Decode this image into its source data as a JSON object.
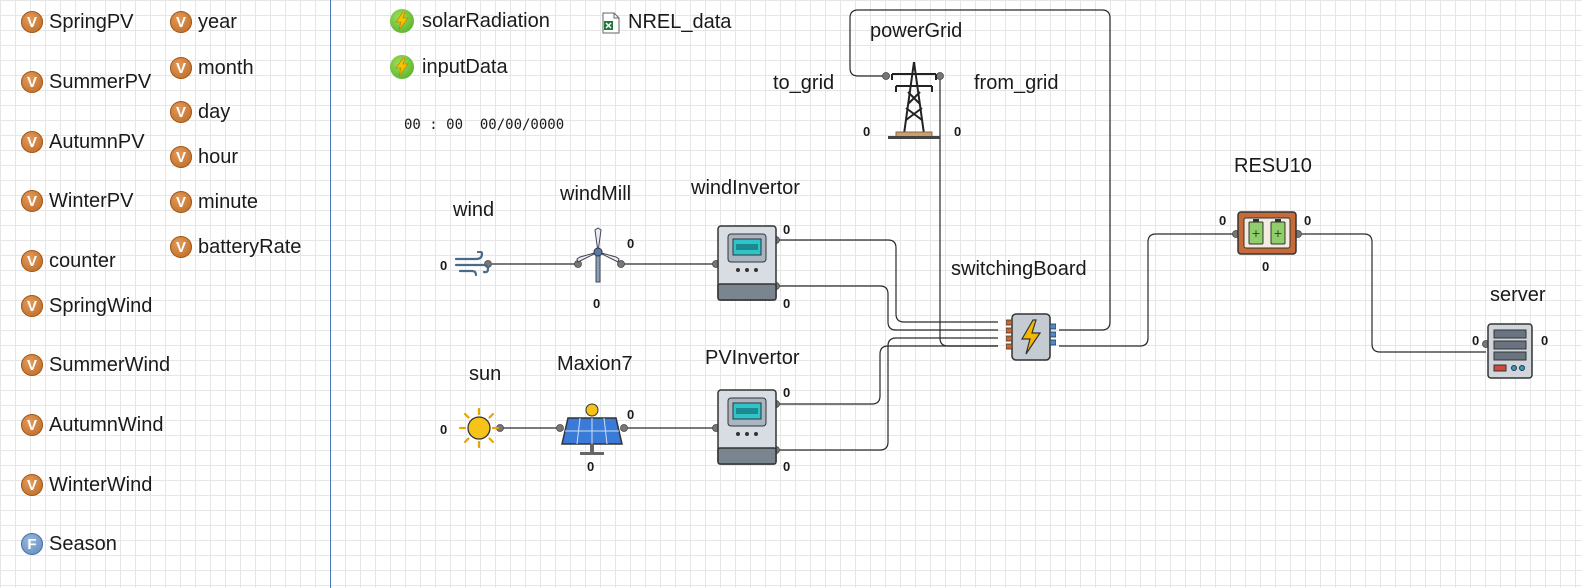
{
  "variables_col1": [
    {
      "name": "SpringPV",
      "type": "V"
    },
    {
      "name": "SummerPV",
      "type": "V"
    },
    {
      "name": "AutumnPV",
      "type": "V"
    },
    {
      "name": "WinterPV",
      "type": "V"
    },
    {
      "name": "counter",
      "type": "V"
    },
    {
      "name": "SpringWind",
      "type": "V"
    },
    {
      "name": "SummerWind",
      "type": "V"
    },
    {
      "name": "AutumnWind",
      "type": "V"
    },
    {
      "name": "WinterWind",
      "type": "V"
    },
    {
      "name": "Season",
      "type": "F"
    }
  ],
  "variables_col2": [
    {
      "name": "year",
      "type": "V"
    },
    {
      "name": "month",
      "type": "V"
    },
    {
      "name": "day",
      "type": "V"
    },
    {
      "name": "hour",
      "type": "V"
    },
    {
      "name": "minute",
      "type": "V"
    },
    {
      "name": "batteryRate",
      "type": "V"
    }
  ],
  "top_items": {
    "solar_radiation": "solarRadiation",
    "nrel_data": "NREL_data",
    "input_data": "inputData",
    "clock": "00 : 00  00/00/0000"
  },
  "nodes": {
    "power_grid": "powerGrid",
    "to_grid": "to_grid",
    "from_grid": "from_grid",
    "wind": "wind",
    "wind_mill": "windMill",
    "wind_invertor": "windInvertor",
    "switching_board": "switchingBoard",
    "resu10": "RESU10",
    "server": "server",
    "sun": "sun",
    "maxion7": "Maxion7",
    "pv_invertor": "PVInvertor"
  },
  "port_value": "0",
  "colors": {
    "variable_badge": "#c0722c",
    "function_badge": "#6a90c4",
    "action_badge": "#5cbf2a",
    "divider": "#4a78b8",
    "wire": "#2a2a2a"
  }
}
